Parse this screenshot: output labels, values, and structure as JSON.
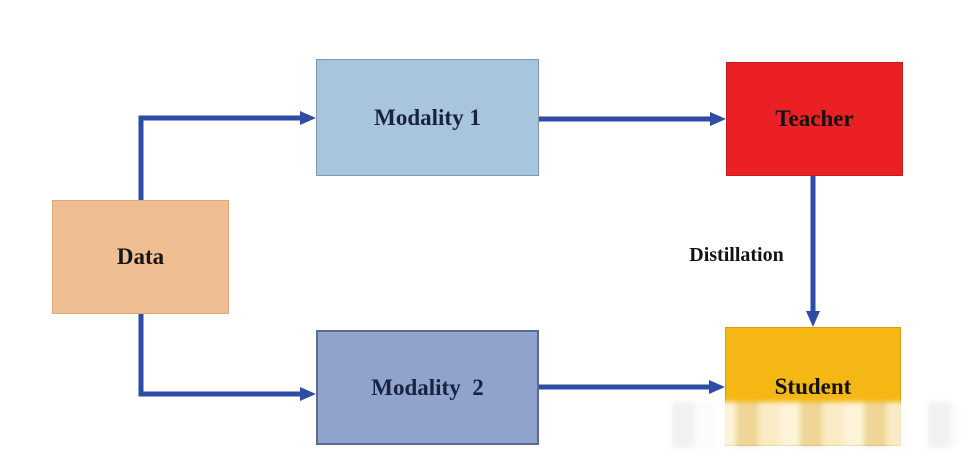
{
  "diagram": {
    "arrow_color": "#2E4CA4",
    "nodes": [
      {
        "id": "data",
        "label": "Data",
        "fill": "#EFBE92",
        "border": "#DCA97A",
        "text": "#161616"
      },
      {
        "id": "modality1",
        "label": "Modality 1",
        "fill": "#A9C5DD",
        "border": "#7E98B0",
        "text": "#19223F"
      },
      {
        "id": "modality2",
        "label": "Modality  2",
        "fill": "#8FA3CD",
        "border": "#5C6B94",
        "text": "#19223F"
      },
      {
        "id": "teacher",
        "label": "Teacher",
        "fill": "#EB2024",
        "border": "#C31A1D",
        "text": "#131313"
      },
      {
        "id": "student",
        "label": "Student",
        "fill": "#F5B714",
        "border": "#D99C10",
        "text": "#131313"
      }
    ],
    "edges": [
      {
        "from": "data",
        "to": "modality1",
        "label": ""
      },
      {
        "from": "data",
        "to": "modality2",
        "label": ""
      },
      {
        "from": "modality1",
        "to": "teacher",
        "label": ""
      },
      {
        "from": "modality2",
        "to": "student",
        "label": ""
      },
      {
        "from": "teacher",
        "to": "student",
        "label": "Distillation"
      }
    ]
  }
}
